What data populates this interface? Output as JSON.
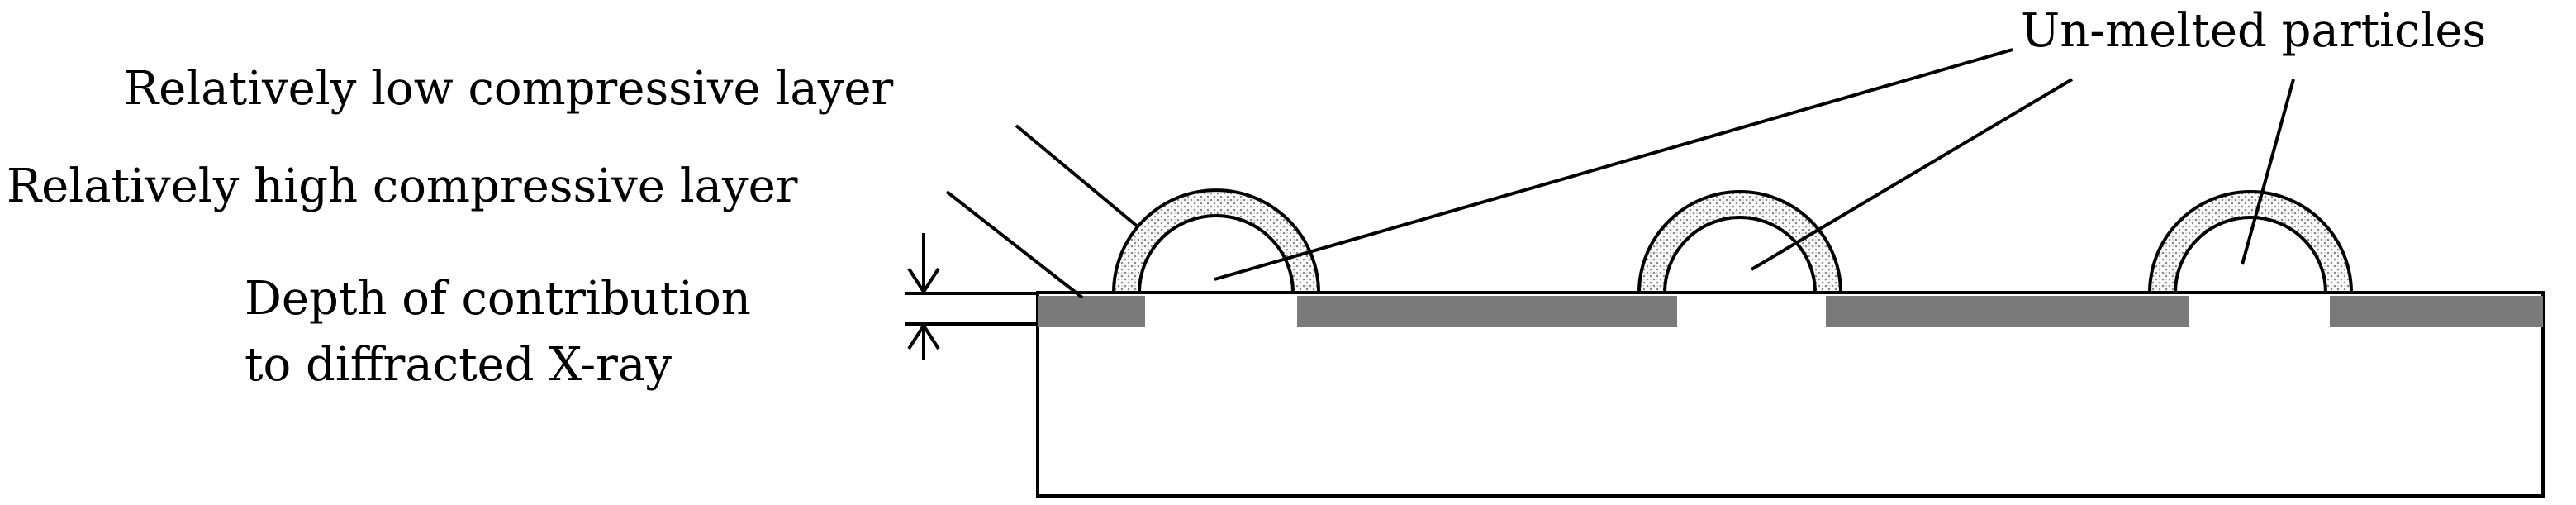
{
  "labels": {
    "low_layer": "Relatively low compressive layer",
    "high_layer": "Relatively high compressive layer",
    "depth_line1": "Depth of contribution",
    "depth_line2": "to diffracted X-ray",
    "particles": "Un-melted particles"
  },
  "colors": {
    "ink": "#000000",
    "high_compressive_layer": "#7a7a7a",
    "low_compressive_layer_stipple": "#b9b9b9",
    "background": "#ffffff"
  },
  "particle_count": 3
}
